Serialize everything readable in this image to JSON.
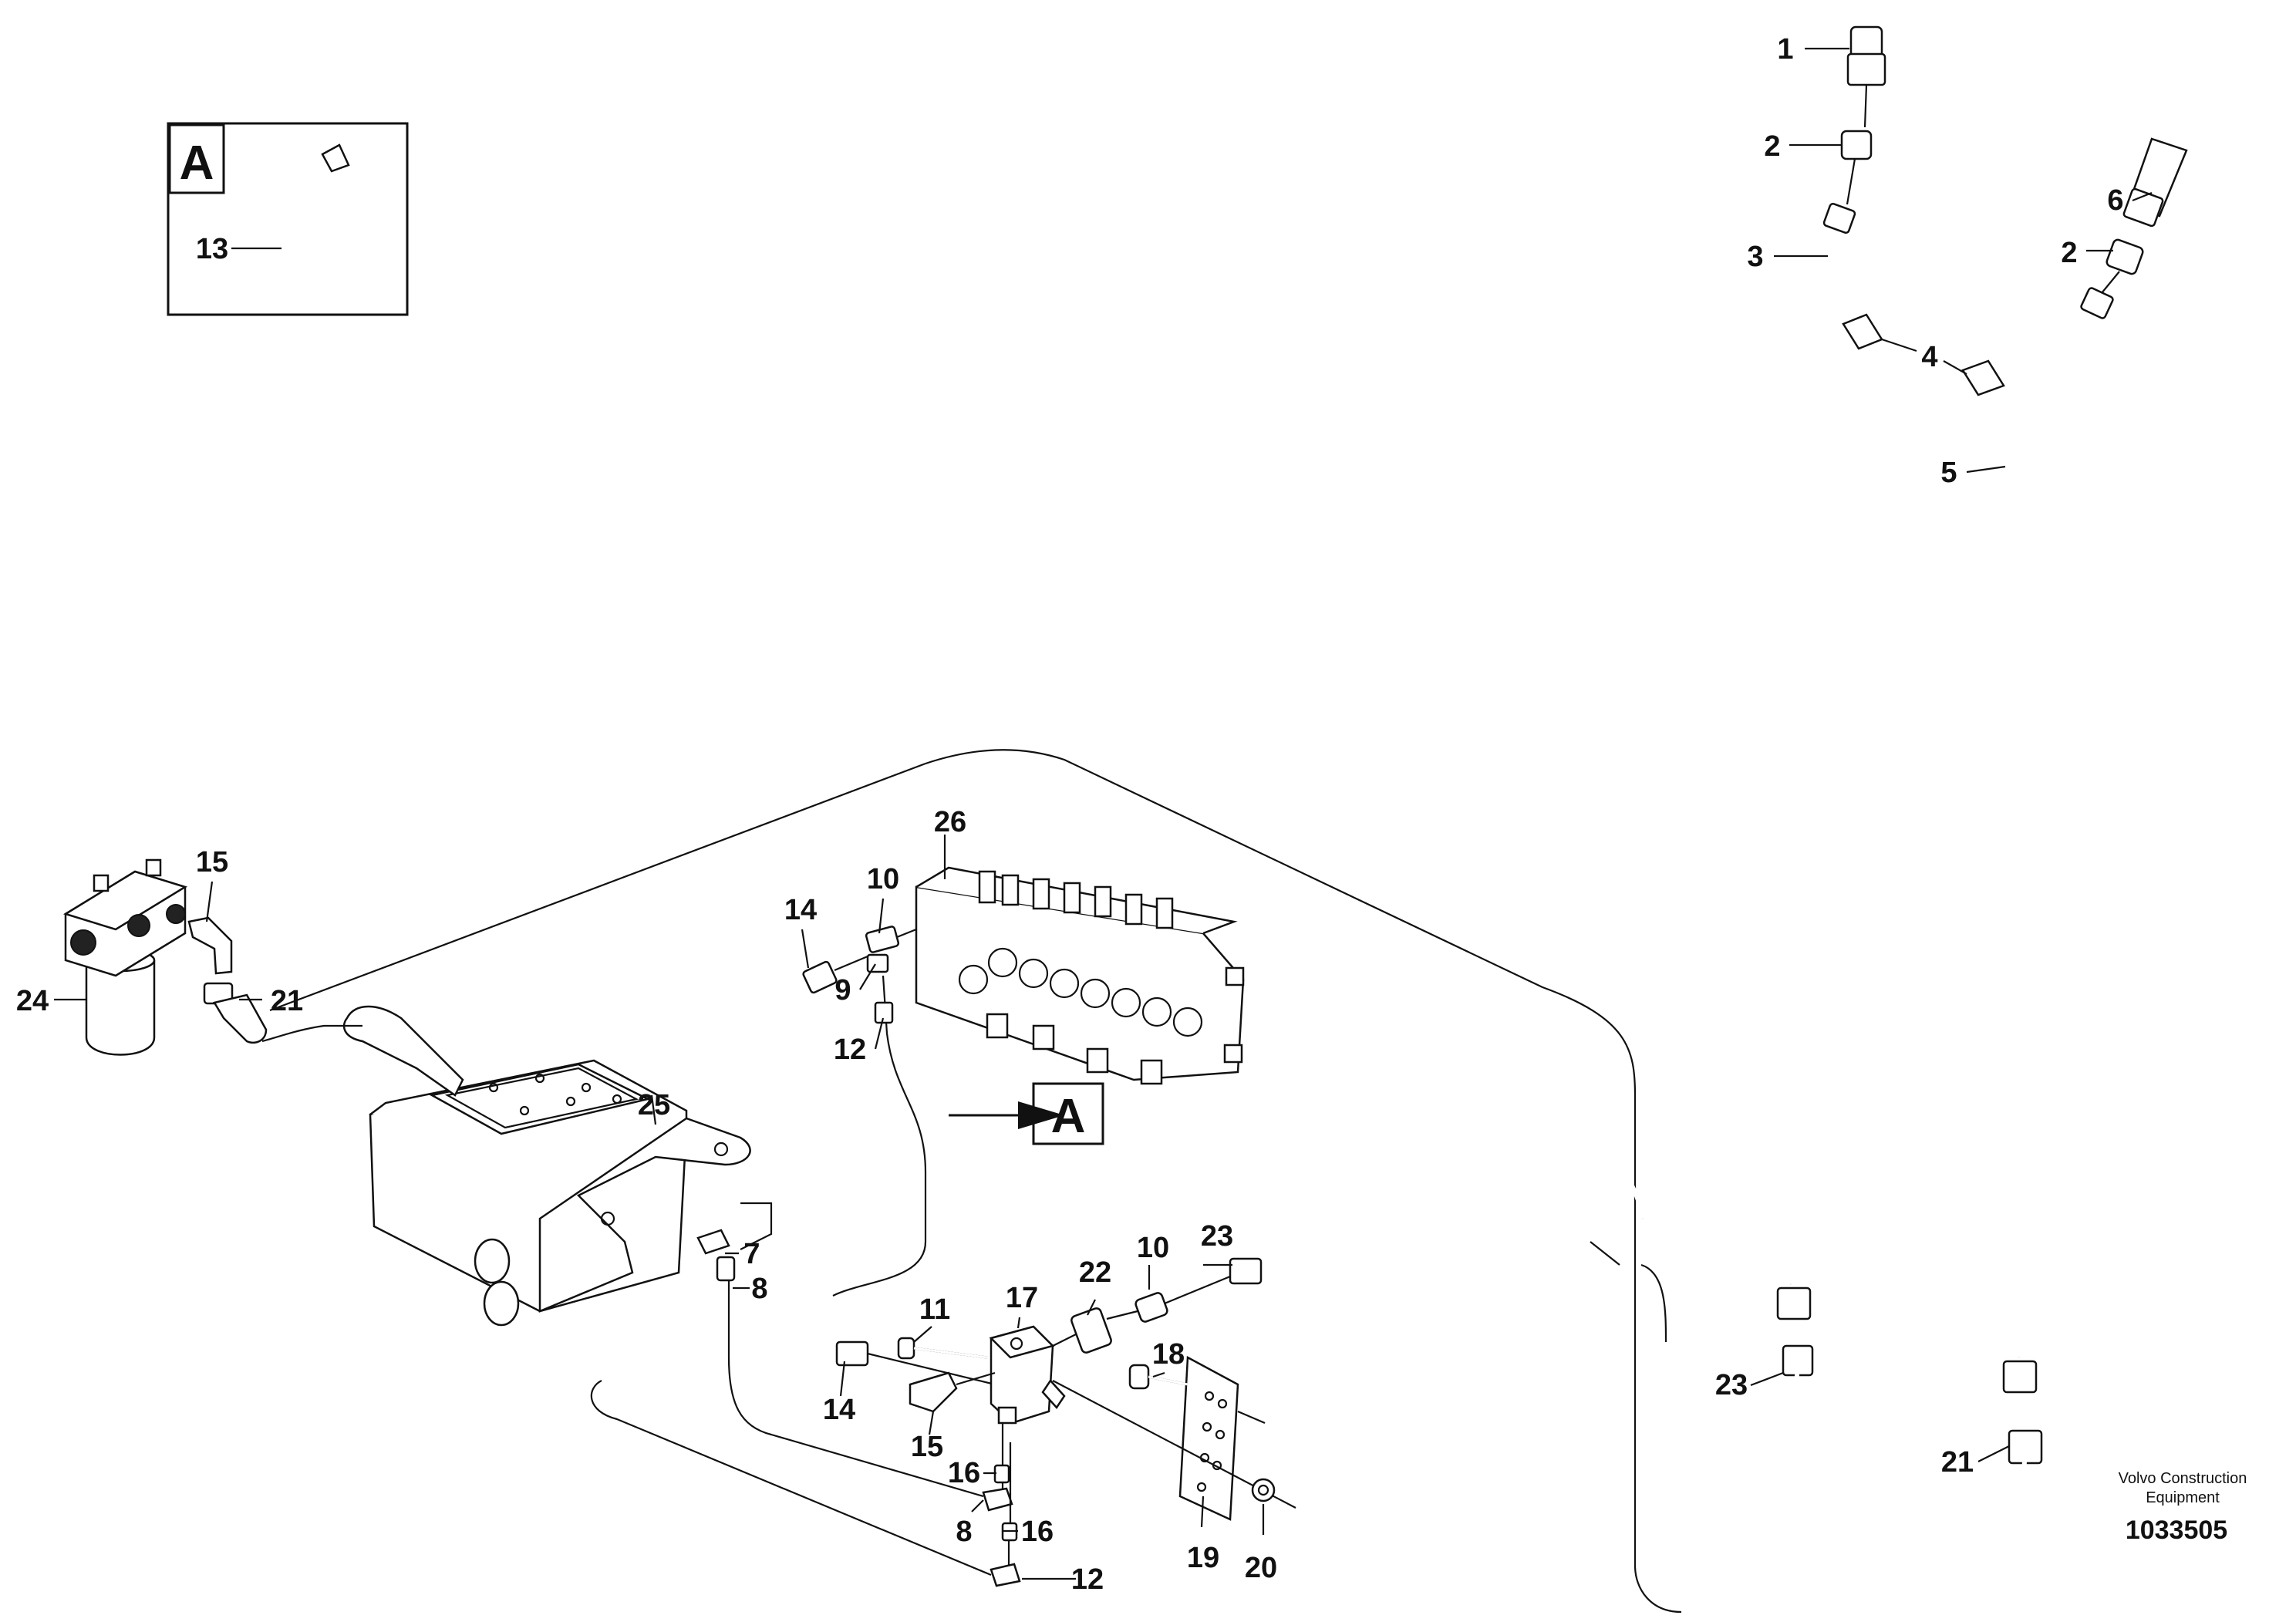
{
  "detail_box": {
    "letter": "A",
    "callout": "13"
  },
  "view_marker": {
    "letter": "A"
  },
  "callouts": {
    "c1": "1",
    "c2a": "2",
    "c3": "3",
    "c6": "6",
    "c2b": "2",
    "c4": "4",
    "c5": "5",
    "c26": "26",
    "c15a": "15",
    "c10a": "10",
    "c14a": "14",
    "c9": "9",
    "c24": "24",
    "c21a": "21",
    "c12a": "12",
    "c25": "25",
    "c7": "7",
    "c8a": "8",
    "c23a": "23",
    "c10b": "10",
    "c22": "22",
    "c17": "17",
    "c11": "11",
    "c18": "18",
    "c14b": "14",
    "c15b": "15",
    "c16a": "16",
    "c16b": "16",
    "c23b": "23",
    "c21b": "21",
    "c8b": "8",
    "c12b": "12",
    "c19": "19",
    "c20": "20"
  },
  "credit": {
    "line1": "Volvo Construction",
    "line2": "Equipment",
    "doc_number": "1033505"
  },
  "icons": [
    "cable-tie-icon",
    "arrow-icon"
  ]
}
